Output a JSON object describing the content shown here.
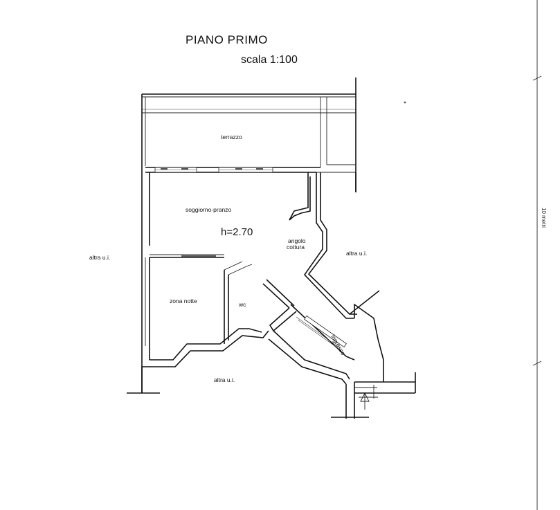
{
  "title": "PIANO PRIMO",
  "scale": "scala 1:100",
  "ceiling_height": "h=2.70",
  "rooms": {
    "terrace": "terrazzo",
    "living_dining": "soggiorno-pranzo",
    "kitchen_line1": "angolo",
    "kitchen_line2": "cottura",
    "night_zone": "zona notte",
    "bathroom": "wc",
    "entrance": "ingresso"
  },
  "neighbours": {
    "left": "altra u.i.",
    "right": "altra u.i.",
    "bottom": "altra u.i."
  },
  "scale_bar_label": "10 metri"
}
